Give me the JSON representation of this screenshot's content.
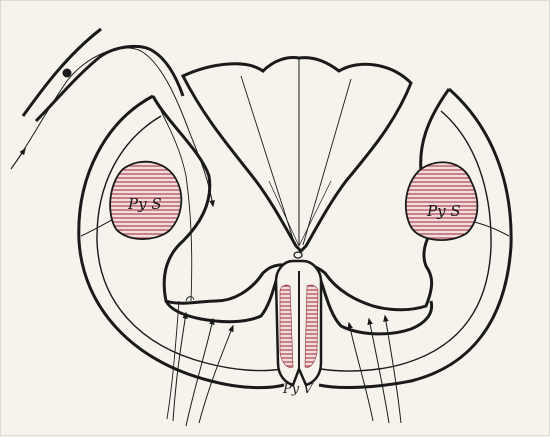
{
  "figure": {
    "labels": {
      "tract_left": "Py S",
      "tract_right": "Py S",
      "tract_ventral": "Py V"
    }
  },
  "colors": {
    "ink": "#1a1a1a",
    "tract_fill": "#c47b80",
    "tract_hatch": "#8e2a34",
    "paper": "#f6f3ec"
  }
}
